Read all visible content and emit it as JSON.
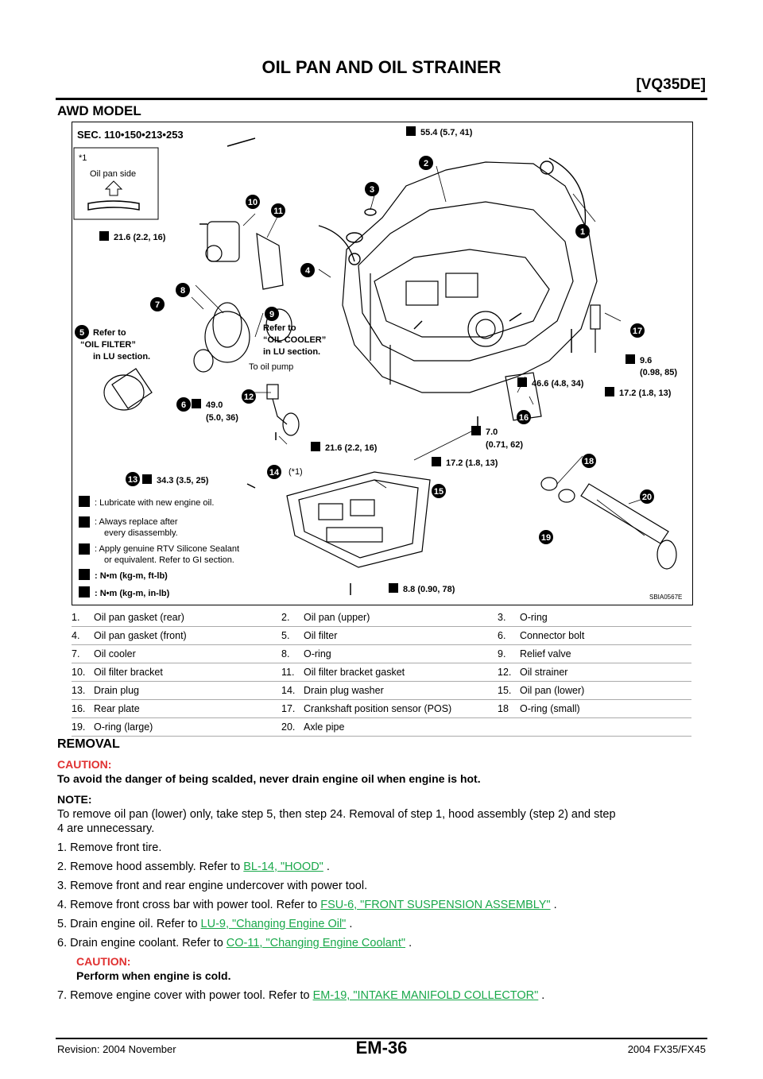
{
  "header": {
    "title": "OIL PAN AND OIL STRAINER",
    "engine_code": "[VQ35DE]"
  },
  "section_title": "AWD MODEL",
  "diagram": {
    "sec": "SEC. 110•150•213•253",
    "inset_star": "*1",
    "inset_caption": "Oil pan side",
    "code": "SBIA0567E",
    "torques": {
      "t1": "55.4 (5.7, 41)",
      "t2": "21.6 (2.2, 16)",
      "t3": "49.0",
      "t3b": "(5.0, 36)",
      "t4": "21.6 (2.2, 16)",
      "t5": "34.3 (3.5, 25)",
      "t6": "17.2 (1.8, 13)",
      "t7": "7.0",
      "t7b": "(0.71, 62)",
      "t8": "46.6 (4.8, 34)",
      "t9": "17.2 (1.8, 13)",
      "t10": "9.6",
      "t10b": "(0.98, 85)",
      "t11": "8.8 (0.90, 78)"
    },
    "refer_filter": [
      "Refer to",
      "“OIL FILTER”",
      "in LU section."
    ],
    "refer_cooler": [
      "Refer to",
      "“OIL COOLER”",
      "in LU section."
    ],
    "to_oil_pump": "To oil pump",
    "star_note": "(*1)",
    "legend": {
      "lubricate": ": Lubricate with new engine oil.",
      "replace1": ": Always replace after",
      "replace2": "every disassembly.",
      "rtv1": ": Apply genuine RTV Silicone Sealant",
      "rtv2": "or equivalent. Refer to GI section.",
      "nm_ft": ":  N•m  (kg-m,  ft-lb)",
      "nm_in": ":  N•m  (kg-m,  in-lb)"
    },
    "callouts": [
      "1",
      "2",
      "3",
      "4",
      "5",
      "6",
      "7",
      "8",
      "9",
      "10",
      "11",
      "12",
      "13",
      "14",
      "15",
      "16",
      "17",
      "18",
      "19",
      "20"
    ]
  },
  "parts": [
    [
      {
        "n": "1.",
        "t": "Oil pan gasket (rear)"
      },
      {
        "n": "2.",
        "t": "Oil pan (upper)"
      },
      {
        "n": "3.",
        "t": "O-ring"
      }
    ],
    [
      {
        "n": "4.",
        "t": "Oil pan gasket (front)"
      },
      {
        "n": "5.",
        "t": "Oil filter"
      },
      {
        "n": "6.",
        "t": "Connector bolt"
      }
    ],
    [
      {
        "n": "7.",
        "t": "Oil cooler"
      },
      {
        "n": "8.",
        "t": "O-ring"
      },
      {
        "n": "9.",
        "t": "Relief valve"
      }
    ],
    [
      {
        "n": "10.",
        "t": "Oil filter bracket"
      },
      {
        "n": "11.",
        "t": "Oil filter bracket gasket"
      },
      {
        "n": "12.",
        "t": "Oil strainer"
      }
    ],
    [
      {
        "n": "13.",
        "t": "Drain plug"
      },
      {
        "n": "14.",
        "t": "Drain plug washer"
      },
      {
        "n": "15.",
        "t": "Oil pan (lower)"
      }
    ],
    [
      {
        "n": "16.",
        "t": "Rear plate"
      },
      {
        "n": "17.",
        "t": "Crankshaft position sensor (POS)"
      },
      {
        "n": "18",
        "t": "O-ring (small)"
      }
    ],
    [
      {
        "n": "19.",
        "t": "O-ring (large)"
      },
      {
        "n": "20.",
        "t": "Axle pipe"
      },
      {
        "n": "",
        "t": ""
      }
    ]
  ],
  "removal": {
    "heading": "REMOVAL",
    "caution_label": "CAUTION:",
    "caution_text": "To avoid the danger of being scalded, never drain engine oil when engine is hot.",
    "note_label": "NOTE:",
    "note_line1": "To remove oil pan (lower) only, take step 5, then step 24. Removal of step 1, hood assembly (step 2) and step",
    "note_line2": "4 are unnecessary.",
    "step1": "1.   Remove front tire.",
    "step2_pre": "2.   Remove hood assembly. Refer to ",
    "step2_link": "BL-14, \"HOOD\"",
    "step2_post": " .",
    "step3": "3.   Remove front and rear engine undercover with power tool.",
    "step4_pre": "4.   Remove front cross bar with power tool. Refer to ",
    "step4_link": "FSU-6, \"FRONT SUSPENSION ASSEMBLY\"",
    "step4_post": " .",
    "step5_pre": "5.   Drain engine oil. Refer to ",
    "step5_link": "LU-9, \"Changing Engine Oil\"",
    "step5_post": " .",
    "step6_pre": "6.   Drain engine coolant. Refer to ",
    "step6_link": "CO-11, \"Changing Engine Coolant\"",
    "step6_post": " .",
    "step6_caution_label": "CAUTION:",
    "step6_caution_text": "Perform when engine is cold.",
    "step7_pre": "7.   Remove engine cover with power tool. Refer to ",
    "step7_link": "EM-19, \"INTAKE MANIFOLD COLLECTOR\"",
    "step7_post": " ."
  },
  "footer": {
    "revision": "Revision: 2004 November",
    "page": "EM-36",
    "model": "2004 FX35/FX45"
  }
}
